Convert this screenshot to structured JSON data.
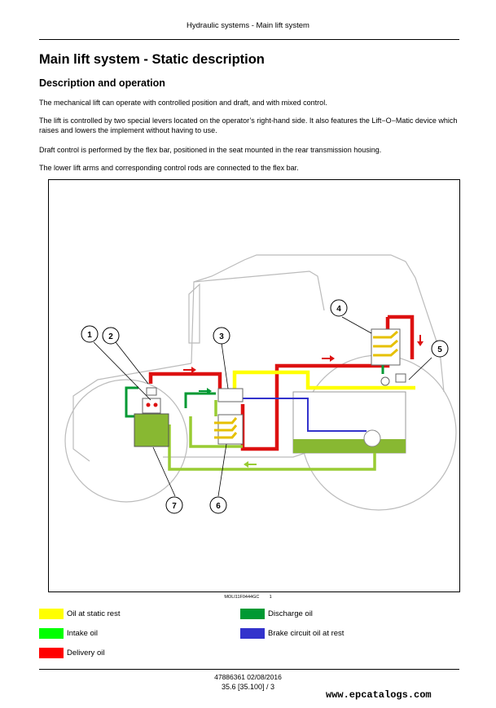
{
  "header": {
    "title": "Hydraulic systems - Main lift system"
  },
  "section": {
    "title": "Main lift system - Static description",
    "subtitle": "Description and operation"
  },
  "paragraphs": [
    "The mechanical lift can operate with controlled position and draft, and with mixed control.",
    "The lift is controlled by two special levers located on the operator’s right-hand side.  It also features the Lift−O−Matic device which raises and lowers the implement without having to use.",
    "Draft control is performed by the flex bar, positioned in the seat mounted in the rear transmission housing.",
    "The lower lift arms and corresponding control rods are connected to the flex bar."
  ],
  "figure": {
    "id": "MOLI11F0444GC",
    "number": "1",
    "callouts": [
      "1",
      "2",
      "3",
      "4",
      "5",
      "6",
      "7"
    ]
  },
  "legend": [
    {
      "label": "Oil at static rest",
      "color": "#ffff00"
    },
    {
      "label": "Discharge oil",
      "color": "#009933"
    },
    {
      "label": "Intake oil",
      "color": "#00ff00"
    },
    {
      "label": "Brake circuit oil at rest",
      "color": "#3333cc"
    },
    {
      "label": "Delivery oil",
      "color": "#ff0000"
    }
  ],
  "footer": {
    "doc": "47886361 02/08/2016",
    "page": "35.6 [35.100] / 3",
    "brand": "www.epcatalogs.com"
  },
  "colors": {
    "yellow": "#ffff00",
    "light_green": "#99cc33",
    "dark_green": "#009933",
    "red": "#dd1111",
    "blue": "#3333cc",
    "olive": "#88b832"
  }
}
